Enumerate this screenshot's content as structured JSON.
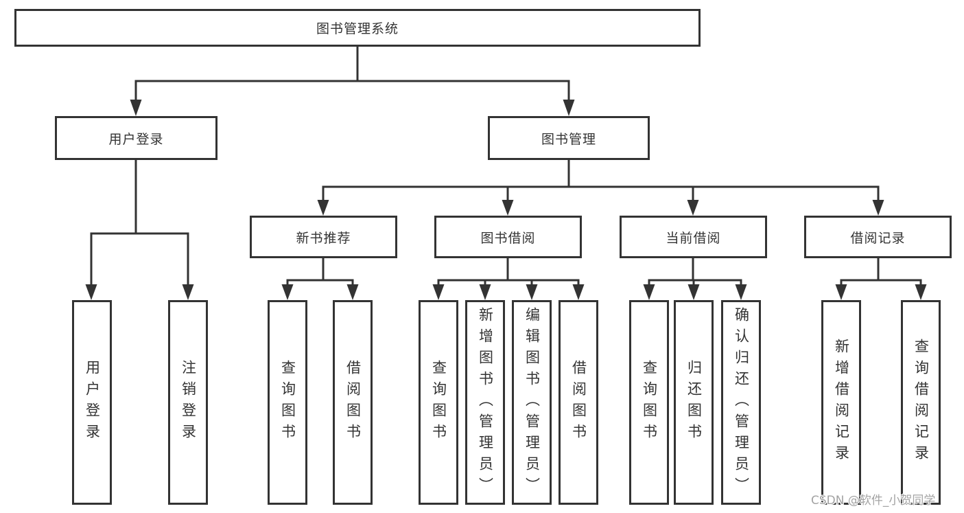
{
  "root": {
    "label": "图书管理系统"
  },
  "user_login": {
    "label": "用户登录",
    "children": [
      {
        "label": "用户登录"
      },
      {
        "label": "注销登录"
      }
    ]
  },
  "book_management": {
    "label": "图书管理",
    "sections": [
      {
        "label": "新书推荐",
        "children": [
          {
            "label": "查询图书"
          },
          {
            "label": "借阅图书"
          }
        ]
      },
      {
        "label": "图书借阅",
        "children": [
          {
            "label": "查询图书"
          },
          {
            "label": "新增图书（管理员）"
          },
          {
            "label": "编辑图书（管理员）"
          },
          {
            "label": "借阅图书"
          }
        ]
      },
      {
        "label": "当前借阅",
        "children": [
          {
            "label": "查询图书"
          },
          {
            "label": "归还图书"
          },
          {
            "label": "确认归还（管理员）"
          }
        ]
      },
      {
        "label": "借阅记录",
        "children": [
          {
            "label": "新增借阅记录"
          },
          {
            "label": "查询借阅记录"
          }
        ]
      }
    ]
  },
  "watermark": {
    "text": "CSDN @软件_小贺同学",
    "color": "#a3a3a3"
  },
  "colors": {
    "line": "#333333",
    "text": "#333333",
    "box_background": "#ffffff",
    "page_background": "#ffffff"
  }
}
